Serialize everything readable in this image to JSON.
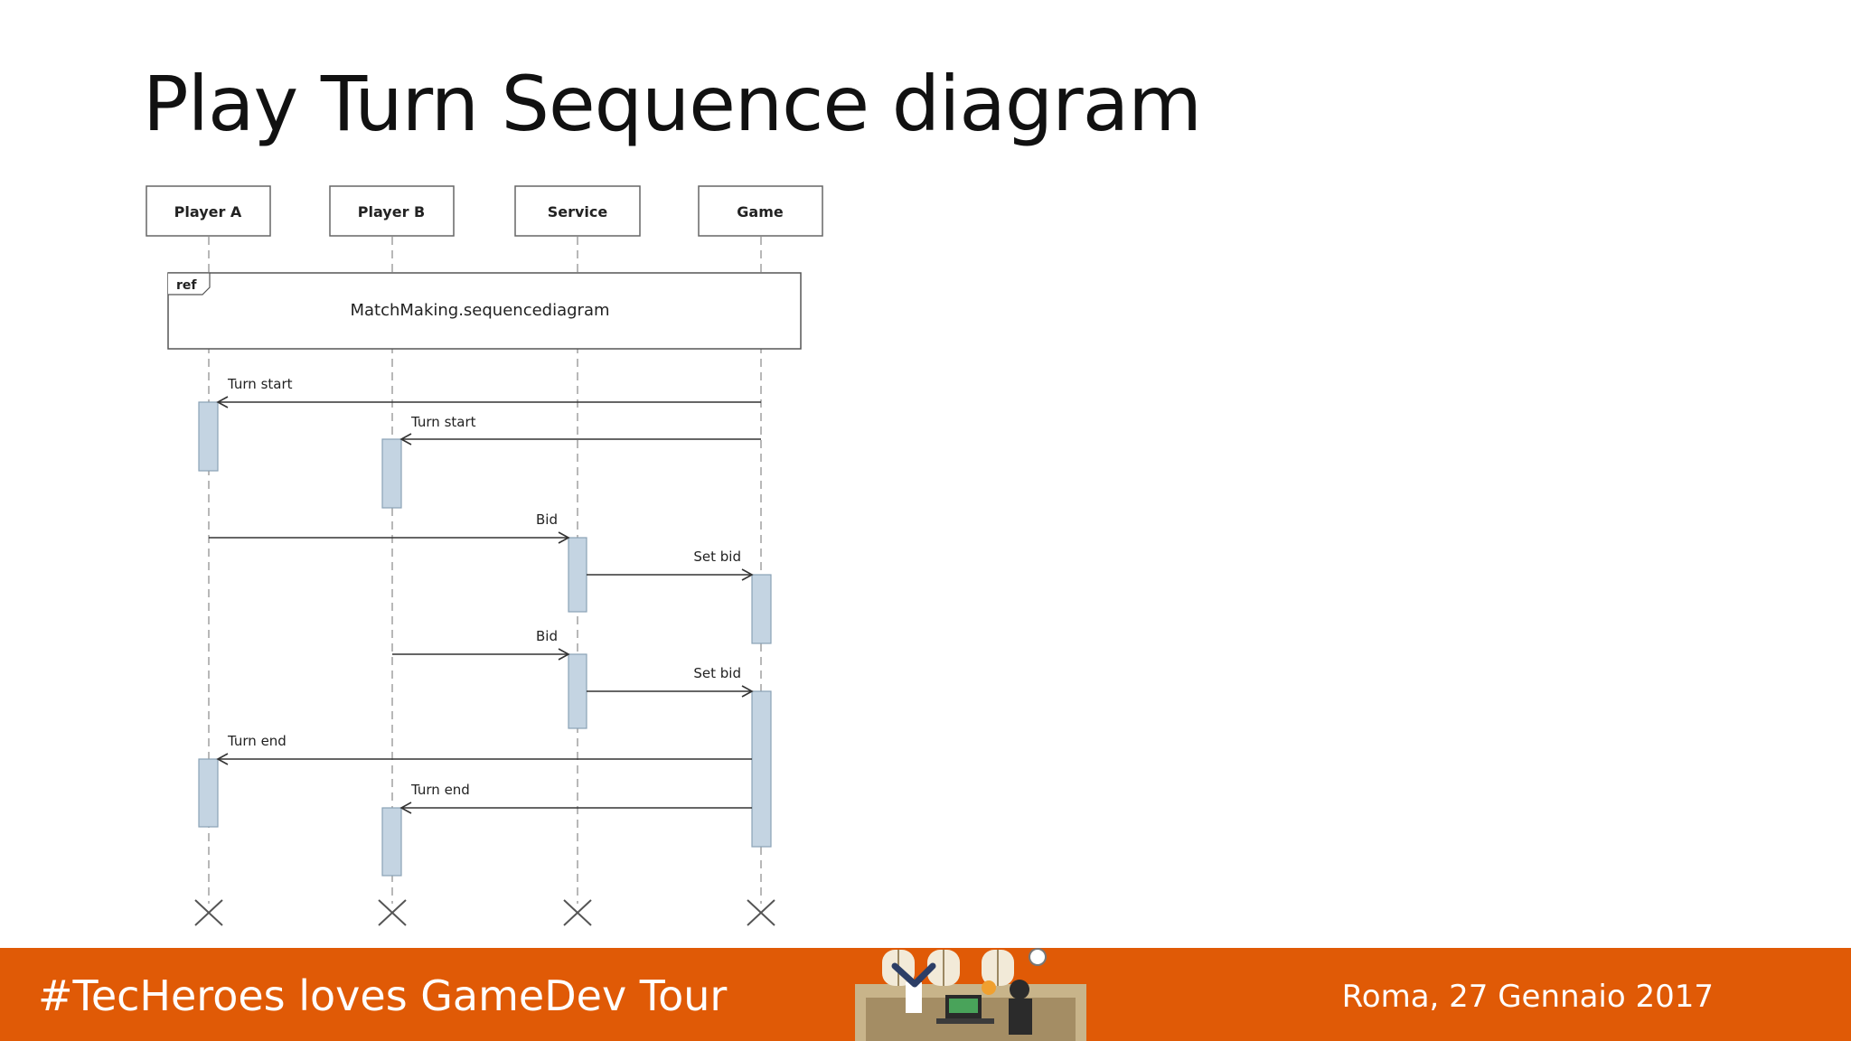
{
  "slide": {
    "title": "Play Turn Sequence diagram"
  },
  "diagram": {
    "lifelines": [
      {
        "id": "a",
        "label": "Player A"
      },
      {
        "id": "b",
        "label": "Player B"
      },
      {
        "id": "s",
        "label": "Service"
      },
      {
        "id": "g",
        "label": "Game"
      }
    ],
    "ref_frame": {
      "tag": "ref",
      "label": "MatchMaking.sequencediagram"
    },
    "messages": [
      {
        "label": "Turn start",
        "from": "g",
        "to": "a"
      },
      {
        "label": "Turn start",
        "from": "g",
        "to": "b"
      },
      {
        "label": "Bid",
        "from": "a",
        "to": "s"
      },
      {
        "label": "Set bid",
        "from": "s",
        "to": "g"
      },
      {
        "label": "Bid",
        "from": "b",
        "to": "s"
      },
      {
        "label": "Set bid",
        "from": "s",
        "to": "g"
      },
      {
        "label": "Turn end",
        "from": "g",
        "to": "a"
      },
      {
        "label": "Turn end",
        "from": "g",
        "to": "b"
      }
    ]
  },
  "footer": {
    "left_text": "#TecHeroes loves GameDev Tour",
    "right_text": "Roma, 27 Gennaio 2017",
    "background_color": "#e05a06",
    "illustration_icon": "office-scene-illustration"
  }
}
